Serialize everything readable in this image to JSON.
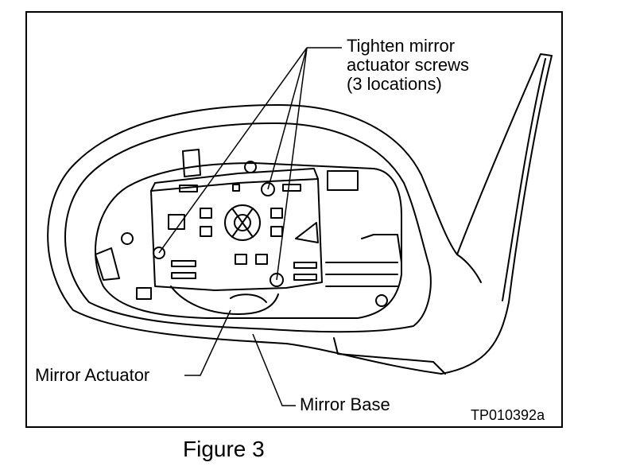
{
  "callouts": {
    "screws": {
      "line1": "Tighten mirror",
      "line2": "actuator screws",
      "line3": "(3 locations)"
    },
    "mirror_actuator": "Mirror Actuator",
    "mirror_base": "Mirror Base"
  },
  "figure_code": "TP010392a",
  "figure_caption": "Figure 3"
}
